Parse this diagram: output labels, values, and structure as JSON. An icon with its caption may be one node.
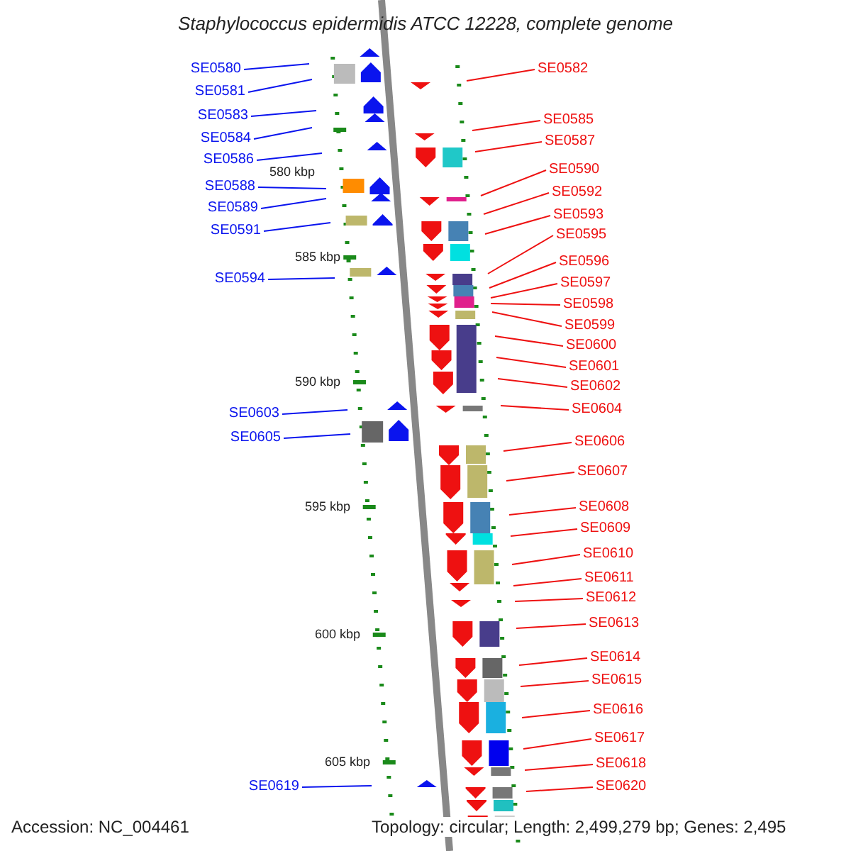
{
  "diagram": {
    "title": "Staphylococcus epidermidis ATCC 12228, complete genome",
    "nodes": [
      {
        "text": [
          "SE0580"
        ]
      },
      {
        "text": [
          "SE0581"
        ]
      },
      {
        "text": [
          "SE0583"
        ]
      },
      {
        "text": [
          "SE0584"
        ]
      },
      {
        "text": [
          "SE0586"
        ]
      },
      {
        "text": [
          "SE0588"
        ]
      },
      {
        "text": [
          "SE0589"
        ]
      },
      {
        "text": [
          "SE0591"
        ]
      },
      {
        "text": [
          "SE0594"
        ]
      },
      {
        "text": [
          "SE0603"
        ]
      },
      {
        "text": [
          "SE0605"
        ]
      },
      {
        "text": [
          "SE0619"
        ]
      },
      {
        "text": [
          "SE0582"
        ]
      },
      {
        "text": [
          "SE0585"
        ]
      },
      {
        "text": [
          "SE0587"
        ]
      },
      {
        "text": [
          "SE0590"
        ]
      },
      {
        "text": [
          "SE0592"
        ]
      },
      {
        "text": [
          "SE0593"
        ]
      },
      {
        "text": [
          "SE0595"
        ]
      },
      {
        "text": [
          "SE0596"
        ]
      },
      {
        "text": [
          "SE0597"
        ]
      },
      {
        "text": [
          "SE0598"
        ]
      },
      {
        "text": [
          "SE0599"
        ]
      },
      {
        "text": [
          "SE0600"
        ]
      },
      {
        "text": [
          "SE0601"
        ]
      },
      {
        "text": [
          "SE0602"
        ]
      },
      {
        "text": [
          "SE0604"
        ]
      },
      {
        "text": [
          "SE0606"
        ]
      },
      {
        "text": [
          "SE0607"
        ]
      },
      {
        "text": [
          "SE0608"
        ]
      },
      {
        "text": [
          "SE0609"
        ]
      },
      {
        "text": [
          "SE0610"
        ]
      },
      {
        "text": [
          "SE0611"
        ]
      },
      {
        "text": [
          "SE0612"
        ]
      },
      {
        "text": [
          "SE0613"
        ]
      },
      {
        "text": [
          "SE0614"
        ]
      },
      {
        "text": [
          "SE0615"
        ]
      },
      {
        "text": [
          "SE0616"
        ]
      },
      {
        "text": [
          "SE0617"
        ]
      },
      {
        "text": [
          "SE0618"
        ]
      },
      {
        "text": [
          "SE0620"
        ]
      }
    ],
    "edges": [
      {
        "from": 0,
        "to": null,
        "arrow": "none",
        "color": "#0a14ee"
      },
      {
        "from": 1,
        "to": null,
        "arrow": "none",
        "color": "#0a14ee"
      },
      {
        "from": 2,
        "to": null,
        "arrow": "none",
        "color": "#0a14ee"
      },
      {
        "from": 3,
        "to": null,
        "arrow": "none",
        "color": "#0a14ee"
      },
      {
        "from": 4,
        "to": null,
        "arrow": "none",
        "color": "#0a14ee"
      },
      {
        "from": 5,
        "to": null,
        "arrow": "none",
        "color": "#0a14ee"
      },
      {
        "from": 6,
        "to": null,
        "arrow": "none",
        "color": "#0a14ee"
      },
      {
        "from": 7,
        "to": null,
        "arrow": "none",
        "color": "#0a14ee"
      },
      {
        "from": 8,
        "to": null,
        "arrow": "none",
        "color": "#0a14ee"
      },
      {
        "from": 9,
        "to": null,
        "arrow": "none",
        "color": "#0a14ee"
      },
      {
        "from": 10,
        "to": null,
        "arrow": "none",
        "color": "#0a14ee"
      },
      {
        "from": 11,
        "to": null,
        "arrow": "none",
        "color": "#0a14ee"
      },
      {
        "from": 12,
        "to": null,
        "arrow": "none"
      },
      {
        "from": 13,
        "to": null,
        "arrow": "none"
      },
      {
        "from": 14,
        "to": null,
        "arrow": "none"
      },
      {
        "from": 15,
        "to": null,
        "arrow": "none"
      },
      {
        "from": 16,
        "to": null,
        "arrow": "none"
      },
      {
        "from": 17,
        "to": null,
        "arrow": "none"
      },
      {
        "from": 18,
        "to": null,
        "arrow": "none"
      },
      {
        "from": 19,
        "to": null,
        "arrow": "none"
      },
      {
        "from": 20,
        "to": null,
        "arrow": "none"
      },
      {
        "from": 21,
        "to": null,
        "arrow": "none"
      },
      {
        "from": 22,
        "to": null,
        "arrow": "none"
      },
      {
        "from": 23,
        "to": null,
        "arrow": "none"
      },
      {
        "from": 24,
        "to": null,
        "arrow": "none"
      },
      {
        "from": 25,
        "to": null,
        "arrow": "none"
      },
      {
        "from": 26,
        "to": null,
        "arrow": "none"
      },
      {
        "from": 27,
        "to": null,
        "arrow": "none"
      },
      {
        "from": 28,
        "to": null,
        "arrow": "none"
      },
      {
        "from": 29,
        "to": null,
        "arrow": "none"
      },
      {
        "from": 30,
        "to": null,
        "arrow": "none"
      },
      {
        "from": 31,
        "to": null,
        "arrow": "none"
      },
      {
        "from": 32,
        "to": null,
        "arrow": "none"
      },
      {
        "from": 33,
        "to": null,
        "arrow": "none"
      },
      {
        "from": 34,
        "to": null,
        "arrow": "none"
      },
      {
        "from": 35,
        "to": null,
        "arrow": "none"
      },
      {
        "from": 36,
        "to": null,
        "arrow": "none"
      },
      {
        "from": 37,
        "to": null,
        "arrow": "none"
      },
      {
        "from": 38,
        "to": null,
        "arrow": "none"
      },
      {
        "from": 39,
        "to": null,
        "arrow": "none"
      },
      {
        "from": 40,
        "to": null,
        "arrow": "none"
      }
    ],
    "labels": [
      "580 kbp",
      "585 kbp",
      "590 kbp",
      "595 kbp",
      "600 kbp",
      "605 kbp",
      "Accession: NC_004461",
      "Topology: circular; Length: 2,499,279 bp; Genes: 2,495"
    ]
  }
}
